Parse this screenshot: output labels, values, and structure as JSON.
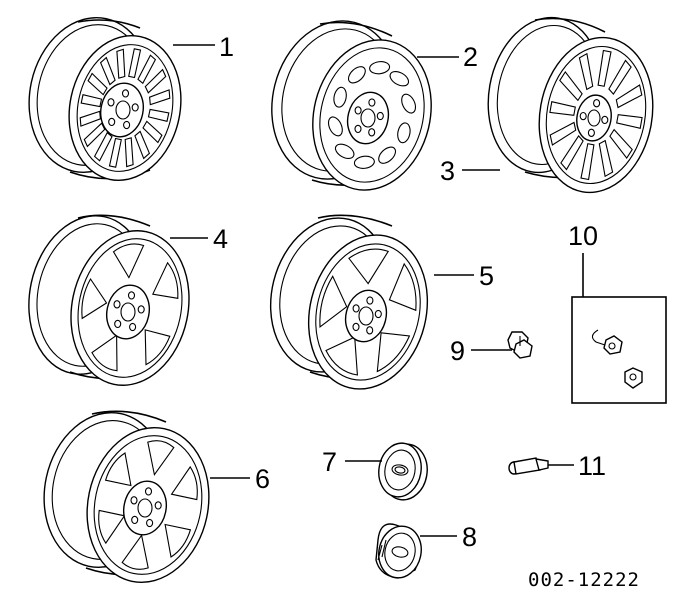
{
  "diagram": {
    "callouts": [
      {
        "id": "1",
        "label": "1"
      },
      {
        "id": "2",
        "label": "2"
      },
      {
        "id": "3",
        "label": "3"
      },
      {
        "id": "4",
        "label": "4"
      },
      {
        "id": "5",
        "label": "5"
      },
      {
        "id": "6",
        "label": "6"
      },
      {
        "id": "7",
        "label": "7"
      },
      {
        "id": "8",
        "label": "8"
      },
      {
        "id": "9",
        "label": "9"
      },
      {
        "id": "10",
        "label": "10"
      },
      {
        "id": "11",
        "label": "11"
      }
    ],
    "drawing_code": "002-12222"
  }
}
